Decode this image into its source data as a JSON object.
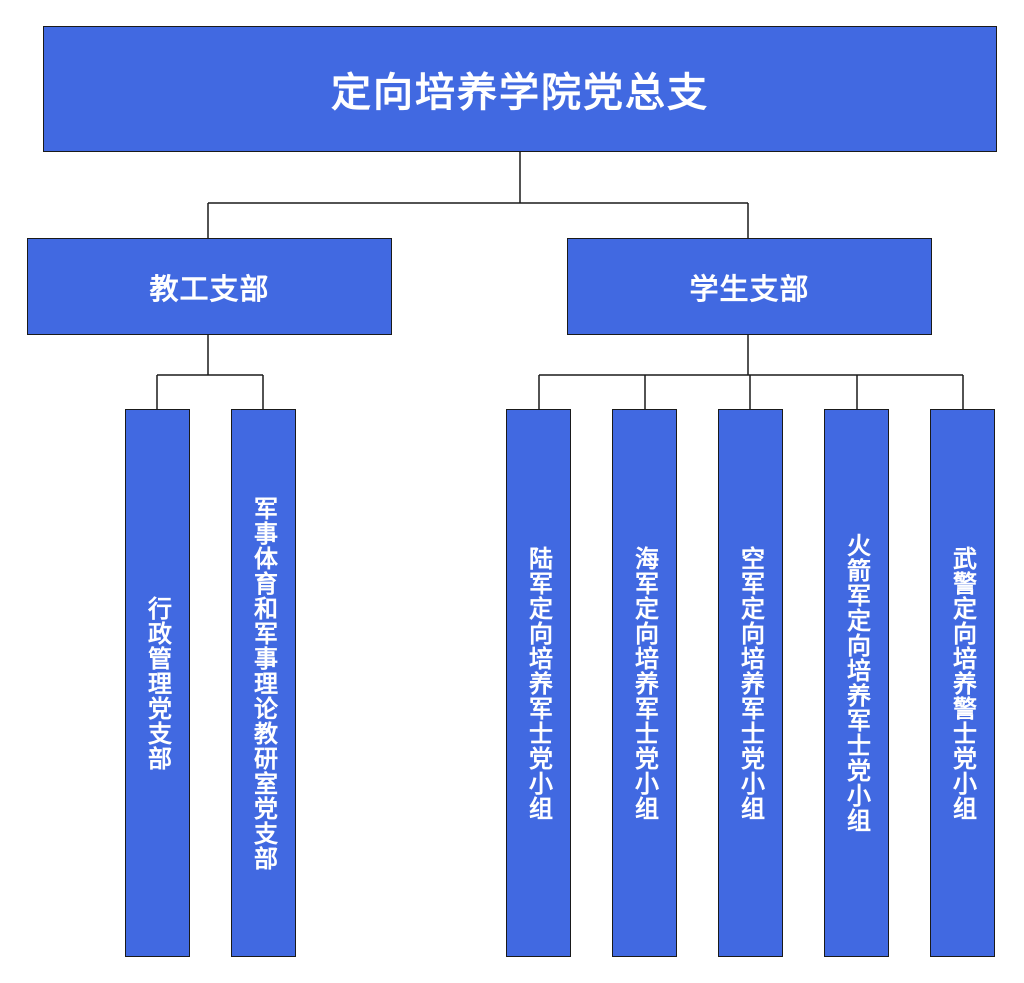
{
  "chart": {
    "root": "定向培养学院党总支",
    "branches": [
      {
        "label": "教工支部",
        "children": [
          "行政管理党支部",
          "军事体育和军事理论教研室党支部"
        ]
      },
      {
        "label": "学生支部",
        "children": [
          "陆军定向培养军士党小组",
          "海军定向培养军士党小组",
          "空军定向培养军士党小组",
          "火箭军定向培养军士党小组",
          "武警定向培养警士党小组"
        ]
      }
    ]
  },
  "colors": {
    "box_fill": "#4169e1",
    "box_border": "#1a1a1a",
    "text": "#ffffff",
    "connector": "#1a1a1a"
  }
}
